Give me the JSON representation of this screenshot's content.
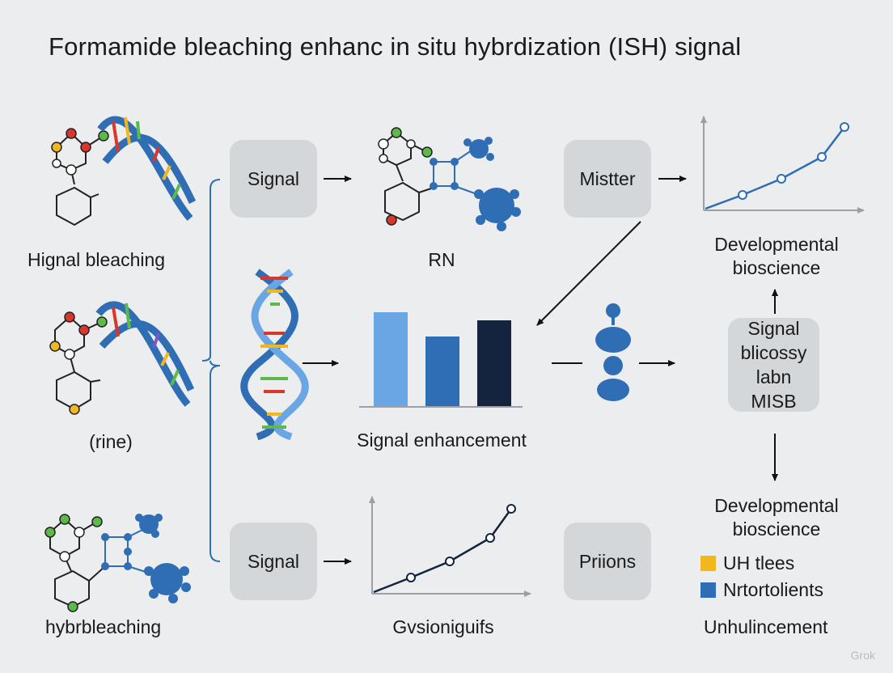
{
  "title": "Formamide bleaching enhanc in situ hybrdization (ISH) signal",
  "labels": {
    "left_top": "Hignal bleaching",
    "left_mid": "(rine)",
    "left_bottom": "hybrbleaching",
    "center_top": "RN",
    "center_mid": "Signal enhancement",
    "center_bottom": "Gvsioniguifs",
    "right_top": "Developmental\nbioscience",
    "right_mid": "Developmental\nbioscience",
    "right_bottom": "Unhulincement"
  },
  "boxes": {
    "signal_top": "Signal",
    "mistter": "Mistter",
    "signal_bottom": "Signal",
    "priions": "Priions",
    "signal_right_line1": "Signal",
    "signal_right_line2": "blicossy labn",
    "signal_right_line3": "MISB"
  },
  "legend": [
    {
      "label": "UH tlees",
      "color": "#f2b71c"
    },
    {
      "label": "Nrtortolients",
      "color": "#2f6db5"
    }
  ],
  "watermark": "Grok",
  "colors": {
    "accent_blue": "#2f6db5",
    "light_blue": "#6aa6e3",
    "dark_navy": "#14243e",
    "red_atom": "#d9372b",
    "green_atom": "#5cb94a",
    "yellow_atom": "#f2b71c"
  }
}
